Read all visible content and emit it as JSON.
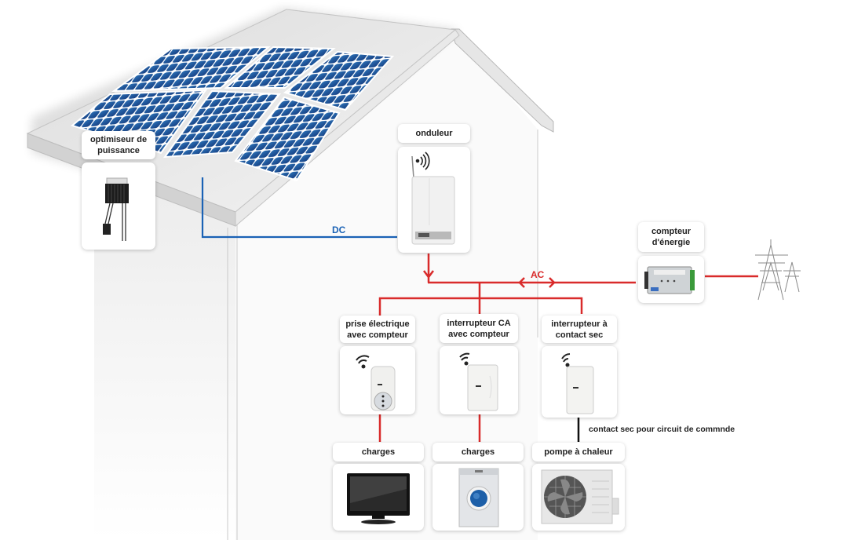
{
  "colors": {
    "dc_wire": "#1a62b5",
    "ac_wire": "#d92b2b",
    "control_wire": "#111111",
    "panel_blue": "#1f5a9e",
    "roof": "#e4e4e4"
  },
  "house": {
    "roof_panels": 6
  },
  "components": {
    "optimizer": {
      "label_line1": "optimiseur de",
      "label_line2": "puissance",
      "icon": "power-optimizer-icon"
    },
    "inverter": {
      "label": "onduleur",
      "icon": "inverter-icon",
      "wireless_icon": "wireless-signal-icon"
    },
    "energy_meter": {
      "label_line1": "compteur",
      "label_line2": "d'énergie",
      "icon": "energy-meter-icon"
    },
    "grid": {
      "icon": "power-pylon-icon"
    },
    "smart_plug": {
      "label_line1": "prise électrique",
      "label_line2": "avec compteur",
      "icon": "smart-plug-icon"
    },
    "ac_switch": {
      "label_line1": "interrupteur CA",
      "label_line2": "avec compteur",
      "icon": "ac-switch-icon"
    },
    "dry_contact": {
      "label_line1": "interrupteur à",
      "label_line2": "contact sec",
      "icon": "dry-contact-switch-icon"
    },
    "load1": {
      "label": "charges",
      "icon": "tv-icon"
    },
    "load2": {
      "label": "charges",
      "icon": "washing-machine-icon"
    },
    "heat_pump": {
      "label": "pompe à chaleur",
      "icon": "heat-pump-icon"
    }
  },
  "wires": {
    "dc_label": "DC",
    "ac_label": "AC",
    "control_note": "contact sec pour circuit de commnde"
  }
}
